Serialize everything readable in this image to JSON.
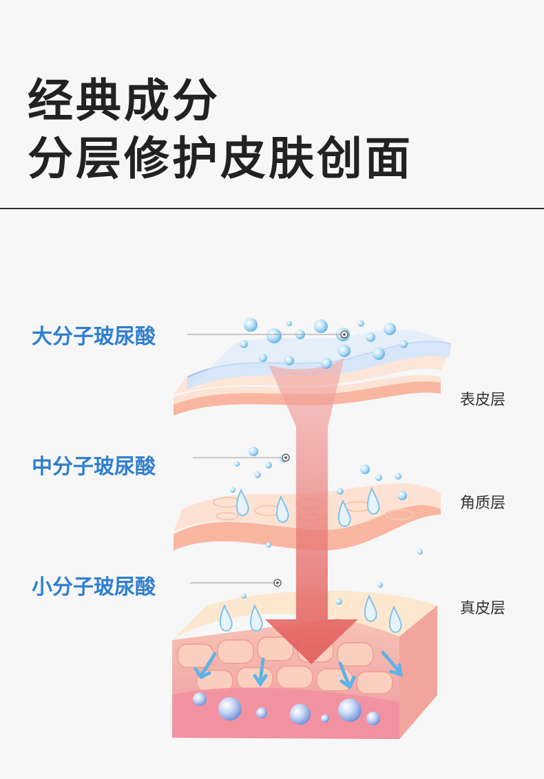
{
  "headline": {
    "line1": "经典成分",
    "line2": "分层修护皮肤创面"
  },
  "labels": {
    "left": [
      "大分子玻尿酸",
      "中分子玻尿酸",
      "小分子玻尿酸"
    ],
    "right": [
      "表皮层",
      "角质层",
      "真皮层"
    ]
  },
  "colors": {
    "title": "#222222",
    "label_blue": "#2f7fcf",
    "skin_pink": "#f7b9a6",
    "arrow_red": "#e9716b",
    "water_blue": "#7ec3ea"
  }
}
